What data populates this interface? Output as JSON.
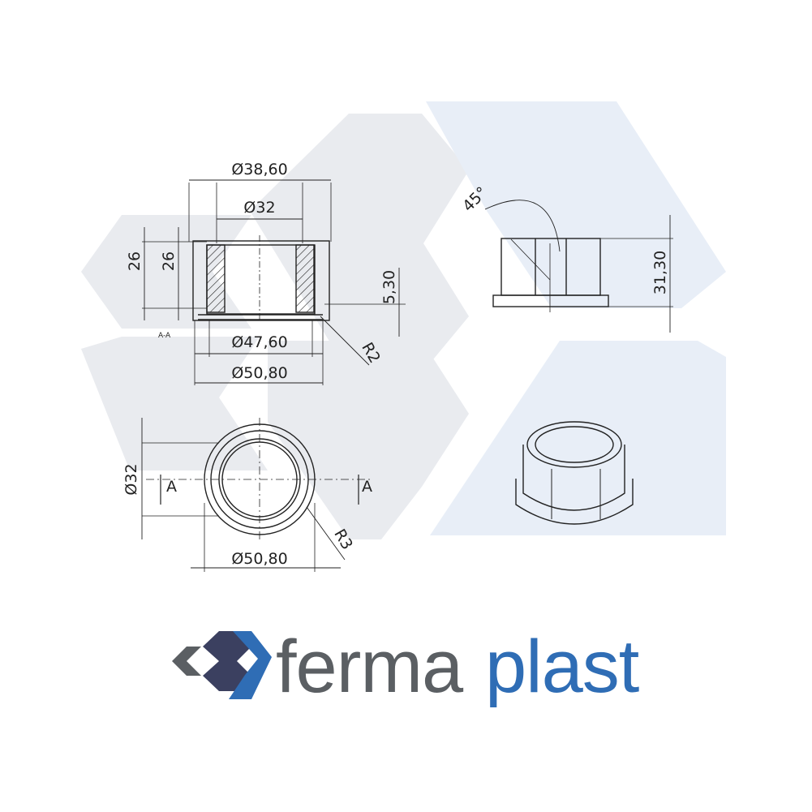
{
  "colors": {
    "watermark": "#e9ebef",
    "watermark_blue": "#e8eef7",
    "line": "#222222",
    "brand_gray": "#5b5f63",
    "brand_blue": "#2f6db5",
    "brand_navy": "#3b4060"
  },
  "front_view": {
    "dim_outer_top": "Ø38,60",
    "dim_inner_top": "Ø32",
    "dim_height_left_1": "26",
    "dim_height_left_2": "26",
    "dim_flange": "5,30",
    "dim_base_inner": "Ø47,60",
    "dim_base_outer": "Ø50,80",
    "dim_radius": "R2",
    "section_label": "A-A"
  },
  "side_view": {
    "angle": "45°",
    "height": "31,30"
  },
  "top_view": {
    "dim_bore": "Ø32",
    "dim_outer": "Ø50,80",
    "dim_radius": "R3",
    "section_left": "A",
    "section_right": "A"
  },
  "brand": {
    "word_gray": "ferma",
    "word_blue": "plast",
    "logo_icon": "fermaplast-chevron-logo-icon"
  }
}
